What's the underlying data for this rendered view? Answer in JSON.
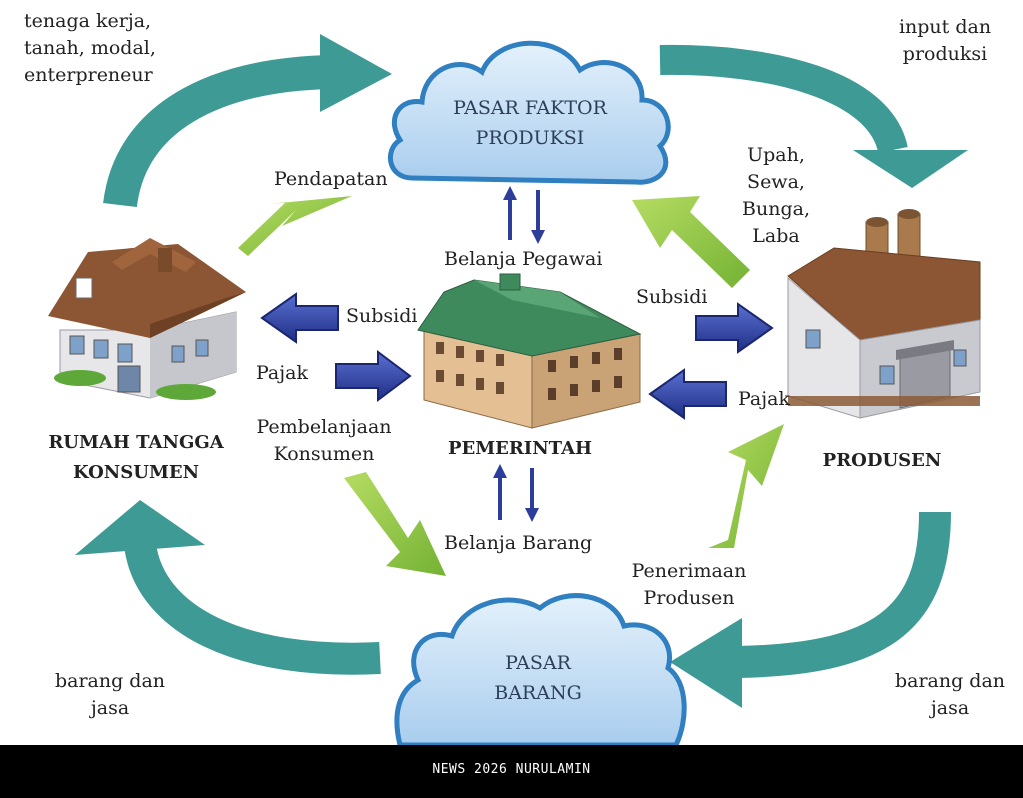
{
  "diagram": {
    "nodes": {
      "pasar_faktor": "PASAR FAKTOR\nPRODUKSI",
      "pasar_barang": "PASAR\nBARANG",
      "rumah_tangga": "RUMAH TANGGA\nKONSUMEN",
      "pemerintah": "PEMERINTAH",
      "produsen": "PRODUSEN"
    },
    "labels": {
      "top_left": "tenaga kerja,\ntanah, modal,\nenterpreneur",
      "top_right": "input dan\nproduksi",
      "upah": "Upah,\nSewa,\nBunga,\nLaba",
      "pendapatan": "Pendapatan",
      "belanja_pegawai": "Belanja Pegawai",
      "subsidi_left": "Subsidi",
      "subsidi_right": "Subsidi",
      "pajak_left": "Pajak",
      "pajak_right": "Pajak",
      "pembelanjaan": "Pembelanjaan\nKonsumen",
      "belanja_barang": "Belanja Barang",
      "penerimaan": "Penerimaan\nProdusen",
      "bottom_left": "barang dan\njasa",
      "bottom_right": "barang dan\njasa"
    }
  },
  "footer": {
    "text": "NEWS 2026 NURULAMIN"
  },
  "colors": {
    "teal": "#3e9a95",
    "green": "#8cc63f",
    "blue_arrow": "#2c3e9a",
    "cloud": "#b9d8f1",
    "cloud_stroke": "#2f7fc1"
  }
}
